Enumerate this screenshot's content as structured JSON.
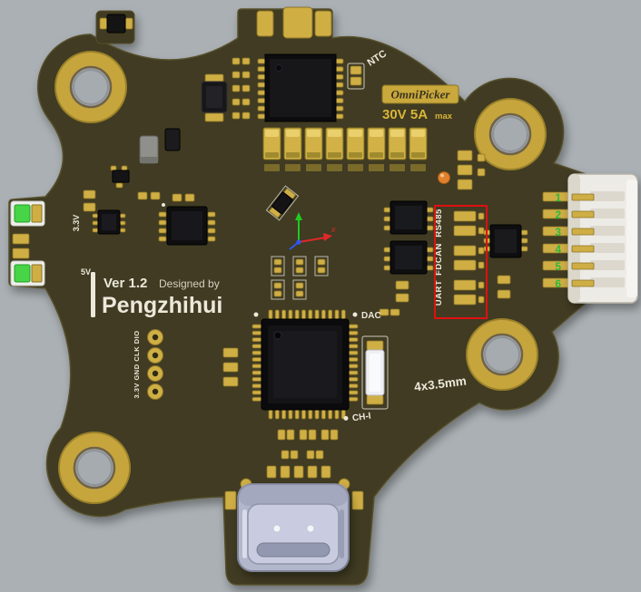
{
  "scene": {
    "background_color": "#aab0b4",
    "board_color": "#3f3a24",
    "pad_gold": "#cfae44",
    "annotation_red": "#e01010",
    "pin_number_green": "#2db83c",
    "silk_white": "#ece8da"
  },
  "silkscreen": {
    "ntc": "NTC",
    "brand_plate": "OmniPicker",
    "rating_main": "30V 5A",
    "rating_sub": "max",
    "iface_labels": [
      "RS485",
      "FDCAN",
      "UART"
    ],
    "rail_33v": "3.3V",
    "rail_5v": "5V",
    "version": "Ver 1.2",
    "designed_by": "Designed by",
    "author": "Pengzhihui",
    "dac": "DAC",
    "ch_i": "CH-I",
    "mount_spec": "4x3.5mm",
    "prog_pads": "3.3V GND CLK DIO",
    "axis_x": "x"
  },
  "connector_pins": [
    "1",
    "2",
    "3",
    "4",
    "5",
    "6"
  ]
}
